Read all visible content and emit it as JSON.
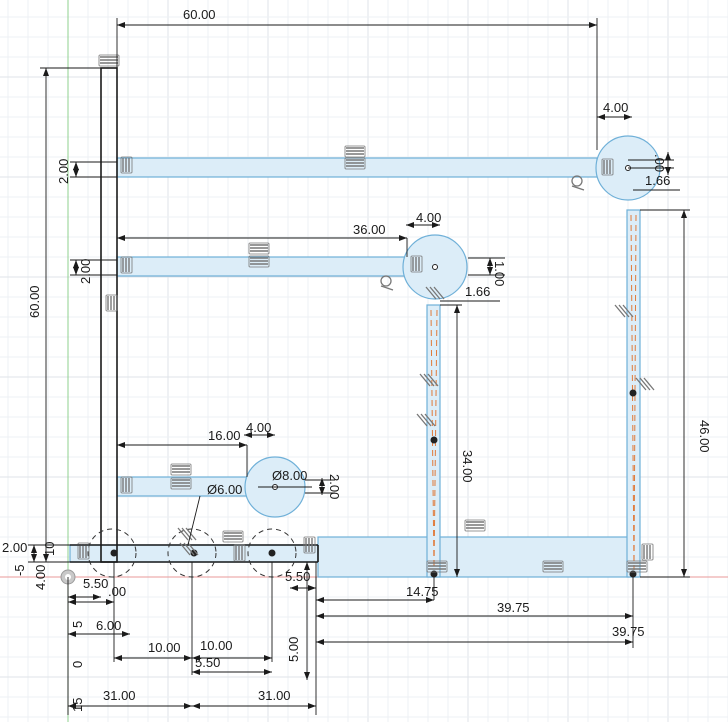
{
  "colors": {
    "background": "#ffffff",
    "grid_minor": "#eef1f4",
    "grid_major": "#dfe3e8",
    "axis_x": "#e89a9a",
    "axis_y": "#8fd08f",
    "profile_fill": "#dcedf8",
    "profile_stroke": "#6fb0d8",
    "sketch_line": "#1a1a1a",
    "dimension_line": "#1a1a1a",
    "construction_line": "#e07a3a",
    "constraint_icon": "#777777"
  },
  "dimensions": {
    "top_width": "60.00",
    "left_height": "60.00",
    "right_height": "46.00",
    "middle_height": "34.00",
    "top_bar_thickness": "2.00",
    "mid_bar_thickness": "2.00",
    "low_bar_thickness": "2.00",
    "base_thickness": "2.00",
    "top_circle_offset": "4.00",
    "mid_circle_offset": "4.00",
    "low_circle_offset": "4.00",
    "mid_bar_length": "36.00",
    "low_bar_length": "16.00",
    "top_gap": ".00",
    "top_small": "1.66",
    "mid_gap": "1.00",
    "mid_small": "1.66",
    "hole_large": "Ø8.00",
    "hole_small": "Ø6.00",
    "low_gap": "2.00",
    "base_left_small": "5.50",
    "base_left_small2": ".00",
    "base_6": "6.00",
    "base_10a": "10.00",
    "base_10b": "10.00",
    "base_550b": "5.50",
    "base_550c": "5.50",
    "base_5_vertical": "5.00",
    "base_31a": "31.00",
    "base_31b": "31.00",
    "right_1475": "14.75",
    "right_3975a": "39.75",
    "right_3975b": "39.75",
    "left_side_4": "4.00",
    "left_side_5": "-5",
    "left_side_10": "10",
    "left_side_5b": "5",
    "left_side_0": "0",
    "left_side_15": "15"
  }
}
